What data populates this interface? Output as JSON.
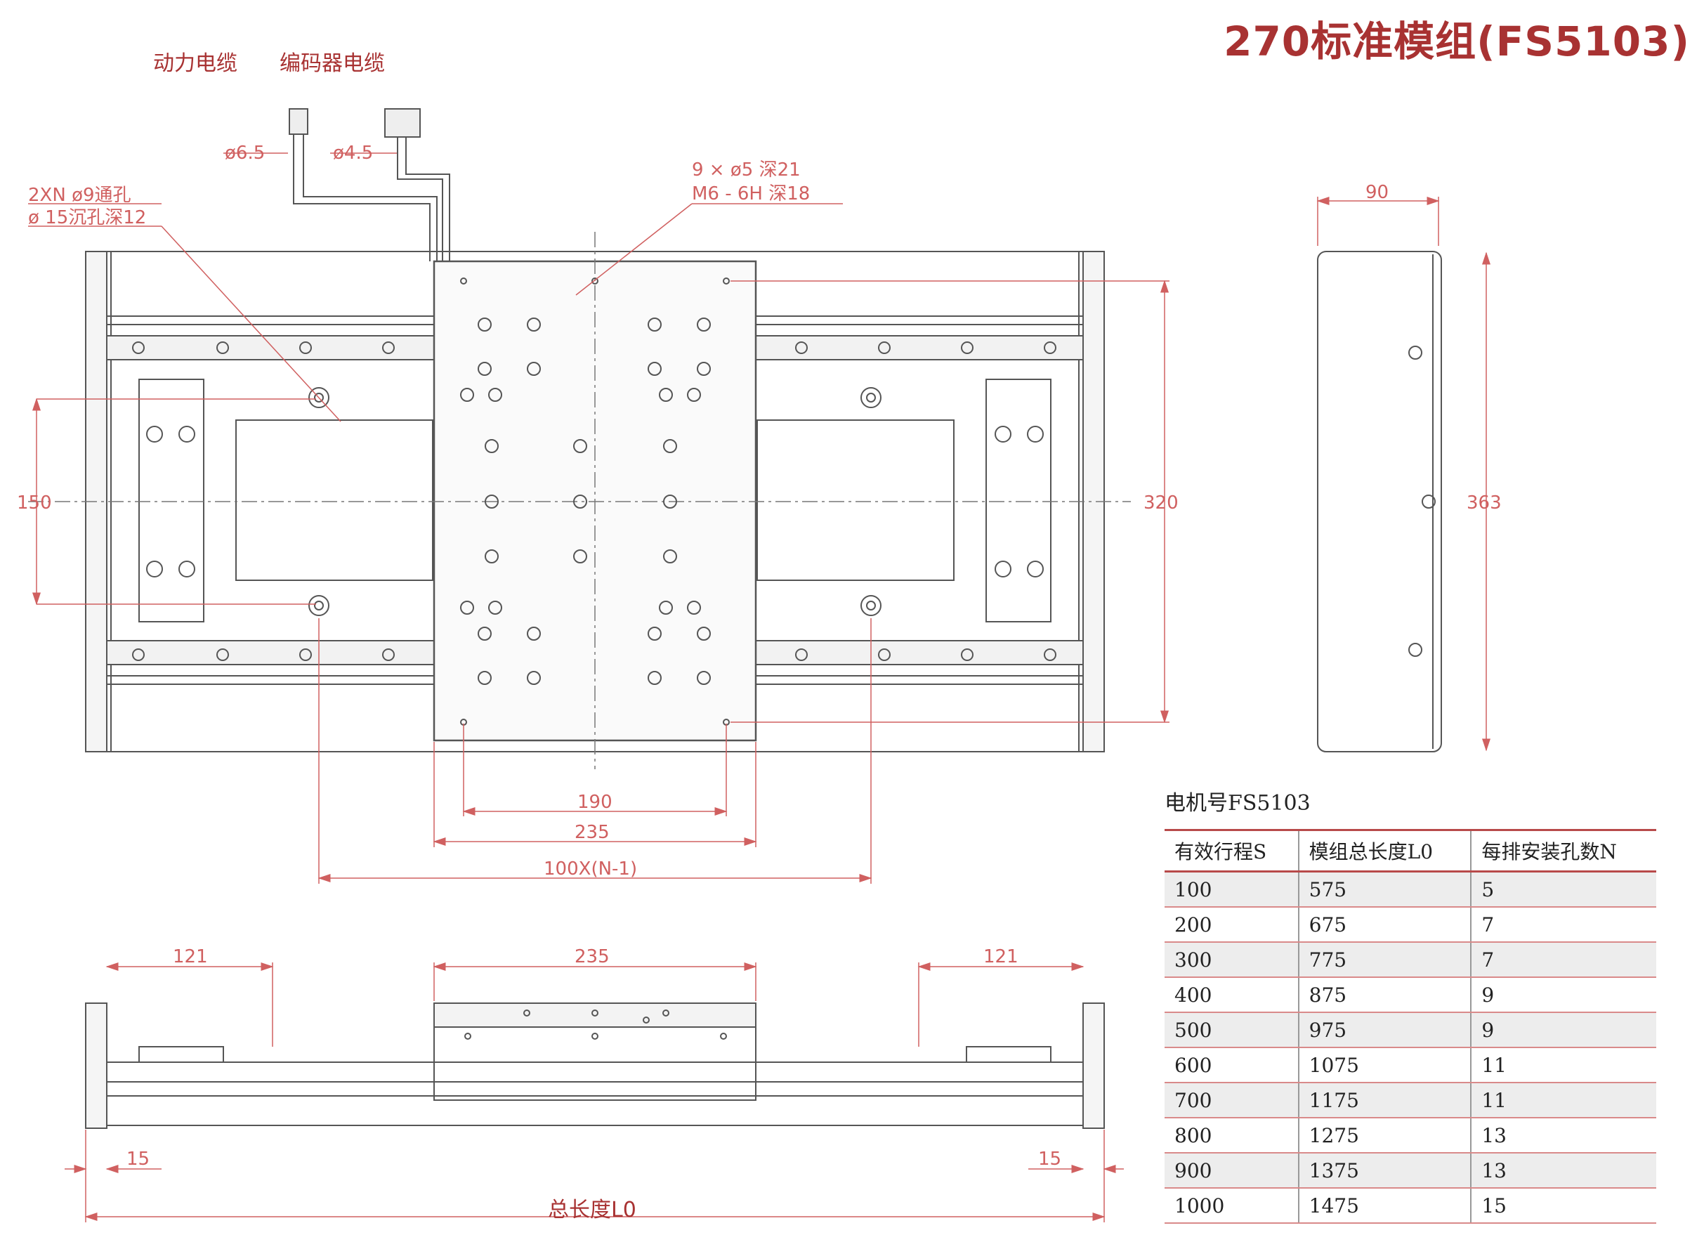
{
  "title": "270标准模组(FS5103)",
  "labels": {
    "power_cable": "动力电缆",
    "encoder_cable": "编码器电缆",
    "phi_power": "ø6.5",
    "phi_encoder": "ø4.5",
    "hole_note_1": "2XN ø9通孔",
    "hole_note_2": "ø 15沉孔深12",
    "thread_note_1": "9 × ø5 深21",
    "thread_note_2": "M6 - 6H 深18"
  },
  "dimensions": {
    "d90": "90",
    "d363": "363",
    "d150": "150",
    "d320": "320",
    "d190": "190",
    "d235_top": "235",
    "d100n": "100X(N-1)",
    "d121_left": "121",
    "d235_side": "235",
    "d121_right": "121",
    "d15_left": "15",
    "d15_right": "15",
    "total_length": "总长度L0"
  },
  "spec": {
    "motor": "电机号FS5103",
    "headers": [
      "有效行程S",
      "模组总长度L0",
      "每排安装孔数N"
    ],
    "rows": [
      [
        "100",
        "575",
        "5"
      ],
      [
        "200",
        "675",
        "7"
      ],
      [
        "300",
        "775",
        "7"
      ],
      [
        "400",
        "875",
        "9"
      ],
      [
        "500",
        "975",
        "9"
      ],
      [
        "600",
        "1075",
        "11"
      ],
      [
        "700",
        "1175",
        "11"
      ],
      [
        "800",
        "1275",
        "13"
      ],
      [
        "900",
        "1375",
        "13"
      ],
      [
        "1000",
        "1475",
        "15"
      ]
    ]
  },
  "colors": {
    "line": "#555555",
    "dimension": "#d06060",
    "title": "#a83232"
  }
}
